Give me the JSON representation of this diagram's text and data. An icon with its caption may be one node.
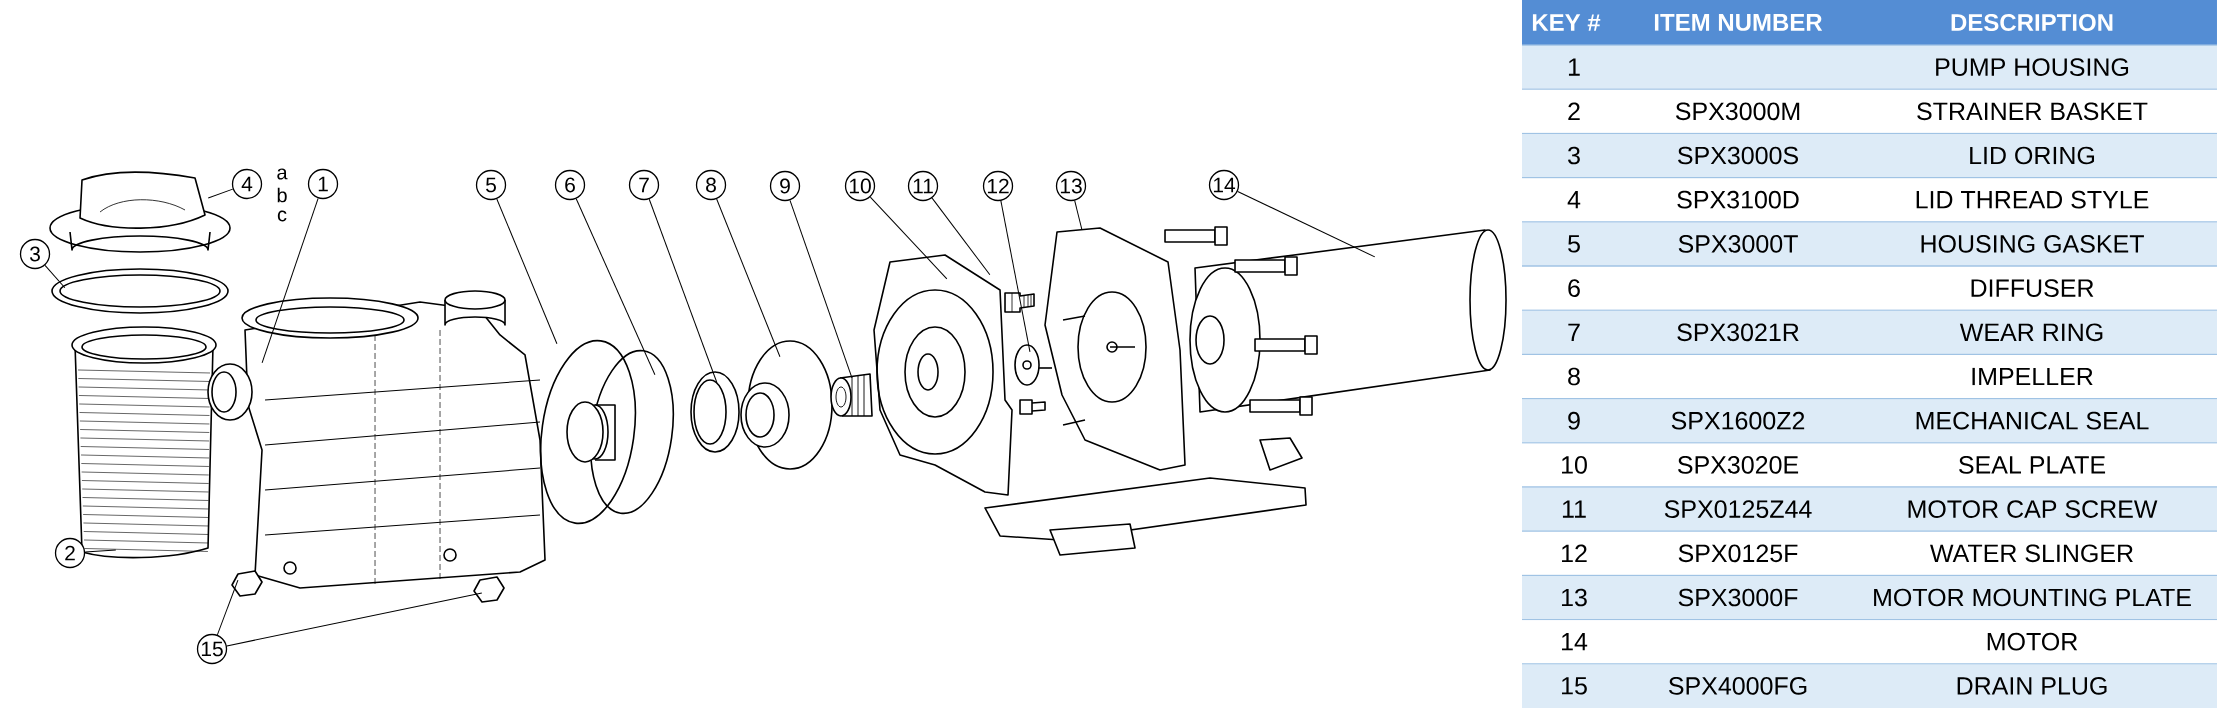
{
  "diagram": {
    "nodes": [
      {
        "text": [
          "1"
        ]
      },
      {
        "text": [
          "2"
        ]
      },
      {
        "text": [
          "3"
        ]
      },
      {
        "text": [
          "4"
        ]
      },
      {
        "text": [
          "5"
        ]
      },
      {
        "text": [
          "6"
        ]
      },
      {
        "text": [
          "7"
        ]
      },
      {
        "text": [
          "8"
        ]
      },
      {
        "text": [
          "9"
        ]
      },
      {
        "text": [
          "10"
        ]
      },
      {
        "text": [
          "11"
        ]
      },
      {
        "text": [
          "12"
        ]
      },
      {
        "text": [
          "13"
        ]
      },
      {
        "text": [
          "14"
        ]
      },
      {
        "text": [
          "15"
        ]
      },
      {
        "text": [],
        "shape": "picture"
      },
      {
        "text": [],
        "shape": "picture"
      },
      {
        "text": [],
        "shape": "picture"
      },
      {
        "text": [],
        "shape": "picture"
      },
      {
        "text": [],
        "shape": "picture"
      },
      {
        "text": [],
        "shape": "picture"
      },
      {
        "text": [],
        "shape": "picture"
      },
      {
        "text": [],
        "shape": "picture"
      },
      {
        "text": [],
        "shape": "picture"
      },
      {
        "text": [],
        "shape": "picture"
      },
      {
        "text": [],
        "shape": "picture"
      },
      {
        "text": [],
        "shape": "picture"
      },
      {
        "text": [],
        "shape": "picture"
      },
      {
        "text": [],
        "shape": "picture"
      },
      {
        "text": [],
        "shape": "picture"
      },
      {
        "text": [],
        "shape": "picture"
      }
    ],
    "edges": [
      {
        "from": 0,
        "to": 18,
        "arrow": "none"
      },
      {
        "from": 1,
        "to": 17,
        "arrow": "none"
      },
      {
        "from": 2,
        "to": 16,
        "arrow": "none"
      },
      {
        "from": 3,
        "to": 15,
        "arrow": "none"
      },
      {
        "from": 4,
        "to": 21,
        "arrow": "none"
      },
      {
        "from": 5,
        "to": 22,
        "arrow": "none"
      },
      {
        "from": 6,
        "to": 23,
        "arrow": "none"
      },
      {
        "from": 7,
        "to": 24,
        "arrow": "none"
      },
      {
        "from": 8,
        "to": 25,
        "arrow": "none"
      },
      {
        "from": 9,
        "to": 26,
        "arrow": "none"
      },
      {
        "from": 10,
        "to": 27,
        "arrow": "none"
      },
      {
        "from": 11,
        "to": 28,
        "arrow": "none"
      },
      {
        "from": 12,
        "to": 29,
        "arrow": "none"
      },
      {
        "from": 13,
        "to": 30,
        "arrow": "none"
      },
      {
        "from": 14,
        "to": 19,
        "arrow": "none"
      },
      {
        "from": 14,
        "to": 20,
        "arrow": "none"
      }
    ],
    "labels": [
      "a",
      "b",
      "c",
      "KEY #",
      "ITEM NUMBER",
      "DESCRIPTION",
      "1",
      "PUMP HOUSING",
      "2",
      "SPX3000M",
      "STRAINER BASKET",
      "3",
      "SPX3000S",
      "LID ORING",
      "4",
      "SPX3100D",
      "LID THREAD STYLE",
      "5",
      "SPX3000T",
      "HOUSING GASKET",
      "6",
      "DIFFUSER",
      "7",
      "SPX3021R",
      "WEAR RING",
      "8",
      "IMPELLER",
      "9",
      "SPX1600Z2",
      "MECHANICAL SEAL",
      "10",
      "SPX3020E",
      "SEAL PLATE",
      "11",
      "SPX0125Z44",
      "MOTOR CAP SCREW",
      "12",
      "SPX0125F",
      "WATER SLINGER",
      "13",
      "SPX3000F",
      "MOTOR MOUNTING PLATE",
      "14",
      "MOTOR",
      "15",
      "SPX4000FG",
      "DRAIN PLUG"
    ]
  }
}
